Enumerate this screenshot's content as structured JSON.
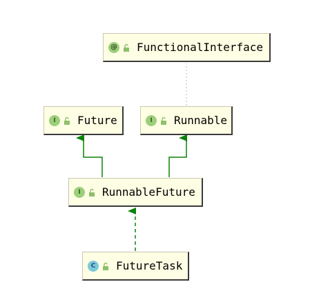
{
  "nodes": {
    "functional_interface": {
      "label": "FunctionalInterface",
      "kind": "annotation",
      "badge": "@"
    },
    "future": {
      "label": "Future",
      "kind": "interface",
      "badge": "I"
    },
    "runnable": {
      "label": "Runnable",
      "kind": "interface",
      "badge": "I"
    },
    "runnable_future": {
      "label": "RunnableFuture",
      "kind": "interface",
      "badge": "I"
    },
    "future_task": {
      "label": "FutureTask",
      "kind": "class",
      "badge": "C"
    }
  },
  "colors": {
    "node_fill": "#fefee4",
    "edge_green": "#0a820a",
    "annotation_edge": "#c8b8a0",
    "interface_badge": "#9ccf7a",
    "class_badge": "#7ec8dc"
  }
}
